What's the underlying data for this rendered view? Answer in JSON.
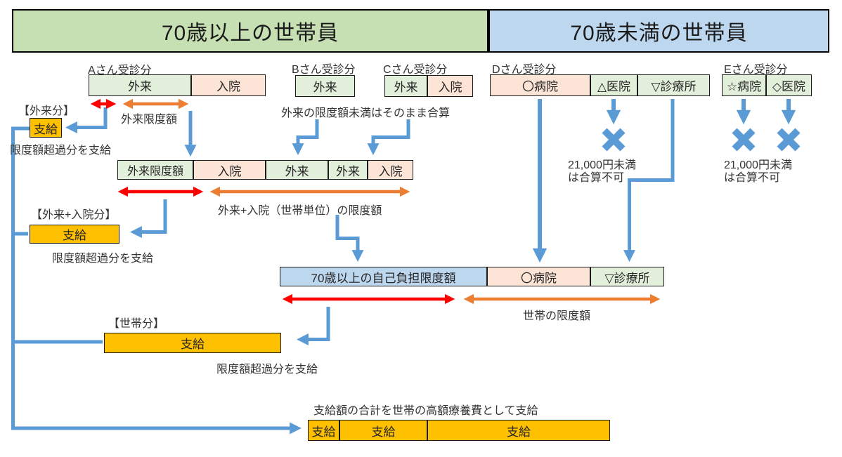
{
  "headers": {
    "over70": "70歳以上の世帯員",
    "under70": "70歳未満の世帯員"
  },
  "patients": [
    {
      "label": "Aさん受診分",
      "boxes": [
        "外来",
        "入院"
      ]
    },
    {
      "label": "Bさん受診分",
      "boxes": [
        "外来"
      ]
    },
    {
      "label": "Cさん受診分",
      "boxes": [
        "外来",
        "入院"
      ]
    },
    {
      "label": "Dさん受診分",
      "boxes": [
        "〇病院",
        "△医院",
        "▽診療所"
      ]
    },
    {
      "label": "Eさん受診分",
      "boxes": [
        "☆病院",
        "◇医院"
      ]
    }
  ],
  "row2": {
    "cells": [
      "外来限度額",
      "入院",
      "外来",
      "外来",
      "入院"
    ]
  },
  "row3": {
    "cells": [
      "70歳以上の自己負担限度額",
      "〇病院",
      "▽診療所"
    ]
  },
  "payments": {
    "gairai_label": "【外来分】",
    "gairai_box": "支給",
    "gairai_note": "限度額超過分を支給",
    "gairai_nyuin_label": "【外来+入院分】",
    "gairai_nyuin_box": "支給",
    "gairai_nyuin_note": "限度額超過分を支給",
    "setai_label": "【世帯分】",
    "setai_box": "支給",
    "setai_note": "限度額超過分を支給"
  },
  "annotations": {
    "gairai_gendogaku": "外来限度額",
    "sonomama_gassan": "外来の限度額未満はそのまま合算",
    "setai_tani_gendogaku": "外来+入院（世帯単位）の限度額",
    "setai_gendogaku": "世帯の限度額",
    "d_gassan_line1": "21,000円未満",
    "d_gassan_line2": "は合算不可",
    "e_gassan_line1": "21,000円未満",
    "e_gassan_line2": "は合算不可"
  },
  "bottom": {
    "note": "支給額の合計を世帯の高額療養費として支給",
    "cells": [
      "支給",
      "支給",
      "支給"
    ]
  },
  "colors": {
    "header_green": "#c6e0b4",
    "header_blue": "#bdd7ee",
    "cell_green": "#e2efda",
    "cell_pink": "#fce4d6",
    "cell_blue": "#bdd7ee",
    "payment_orange": "#ffc000",
    "arrow_blue": "#5b9bd5",
    "arrow_red": "#fe0000",
    "arrow_orange": "#ed7d31"
  }
}
